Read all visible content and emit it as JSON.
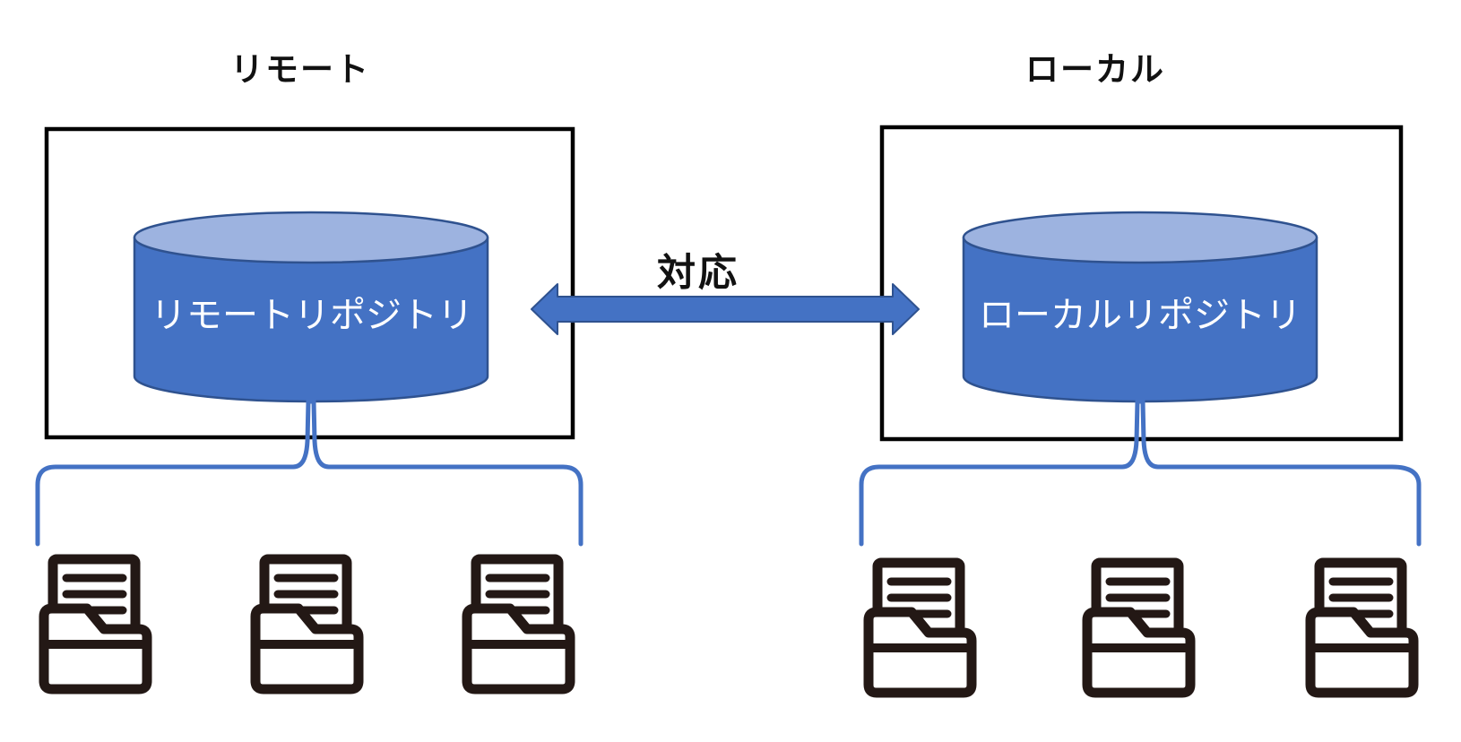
{
  "diagram": {
    "description": "Git remote/local repository correspondence diagram",
    "remote": {
      "title": "リモート",
      "repository_label": "リモートリポジトリ",
      "folder_count": 3
    },
    "local": {
      "title": "ローカル",
      "repository_label": "ローカルリポジトリ",
      "folder_count": 3
    },
    "relation": {
      "label": "対応",
      "type": "double-headed-arrow"
    },
    "icons": {
      "database_cylinder": "cylinder-shape",
      "folder_with_document": "folder-document-icon",
      "brace": "horizontal-curly-brace"
    },
    "colors": {
      "cylinder_fill": "#4472C4",
      "cylinder_top_fill": "#9DB3E0",
      "cylinder_stroke": "#2F528F",
      "arrow_fill": "#4472C4",
      "arrow_stroke": "#2F528F",
      "brace_stroke": "#4472C4",
      "box_stroke": "#000000",
      "icon_stroke": "#231815",
      "title_color": "#111111",
      "cylinder_text_color": "#FFFFFF"
    }
  }
}
